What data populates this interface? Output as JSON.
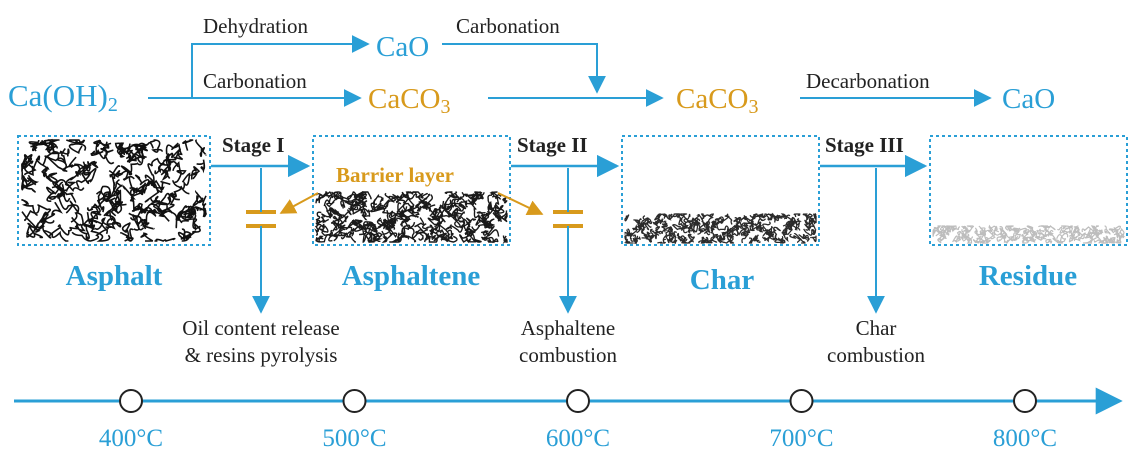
{
  "colors": {
    "accent_blue": "#2a9fd6",
    "accent_gold": "#d89a1c",
    "text_dark": "#222222"
  },
  "chemistry": {
    "start": "Ca(OH)2",
    "dehydration": "Dehydration",
    "cao_top": "CaO",
    "carbonation_top": "Carbonation",
    "carbonation_lower": "Carbonation",
    "caco3_first": "CaCO3",
    "caco3_second": "CaCO3",
    "decarbonation": "Decarbonation",
    "cao_end": "CaO"
  },
  "stages": {
    "stage1": "Stage I",
    "stage2": "Stage II",
    "stage3": "Stage III"
  },
  "materials": {
    "asphalt": "Asphalt",
    "asphaltene": "Asphaltene",
    "char": "Char",
    "residue": "Residue",
    "barrier": "Barrier layer"
  },
  "processes": {
    "p1_line1": "Oil content release",
    "p1_line2": "& resins pyrolysis",
    "p2_line1": "Asphaltene",
    "p2_line2": "combustion",
    "p3_line1": "Char",
    "p3_line2": "combustion"
  },
  "temperatures": [
    "400°C",
    "500°C",
    "600°C",
    "700°C",
    "800°C"
  ]
}
